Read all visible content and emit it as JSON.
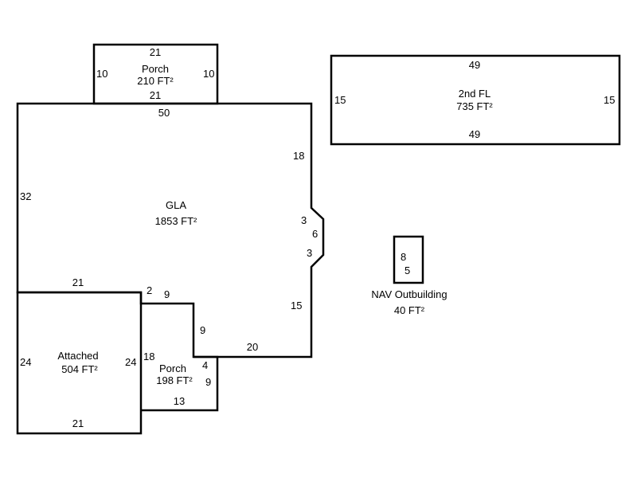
{
  "areas": {
    "porch_top": {
      "name": "Porch",
      "area": "210 FT²",
      "dims": {
        "top": "21",
        "bottom": "21",
        "left": "10",
        "right": "10"
      }
    },
    "second_floor": {
      "name": "2nd FL",
      "area": "735 FT²",
      "dims": {
        "top": "49",
        "bottom": "49",
        "left": "15",
        "right": "15"
      }
    },
    "gla": {
      "name": "GLA",
      "area": "1853 FT²",
      "dims": {
        "top": "50",
        "left": "32",
        "right_upper": "18",
        "bay_top": "3",
        "bay_side": "6",
        "bay_bottom": "3",
        "right_lower": "15",
        "bottom": "20",
        "step_vertical": "9",
        "step_horizontal": "9",
        "step_small": "2",
        "attached_top": "21"
      }
    },
    "attached": {
      "name": "Attached",
      "area": "504 FT²",
      "dims": {
        "left": "24",
        "right": "24",
        "bottom": "21"
      }
    },
    "porch_bottom": {
      "name": "Porch",
      "area": "198 FT²",
      "dims": {
        "left": "18",
        "right_upper": "4",
        "right_lower": "9",
        "bottom": "13"
      }
    },
    "outbuilding": {
      "name": "NAV Outbuilding",
      "area": "40 FT²",
      "dims": {
        "height": "8",
        "width": "5"
      }
    }
  }
}
